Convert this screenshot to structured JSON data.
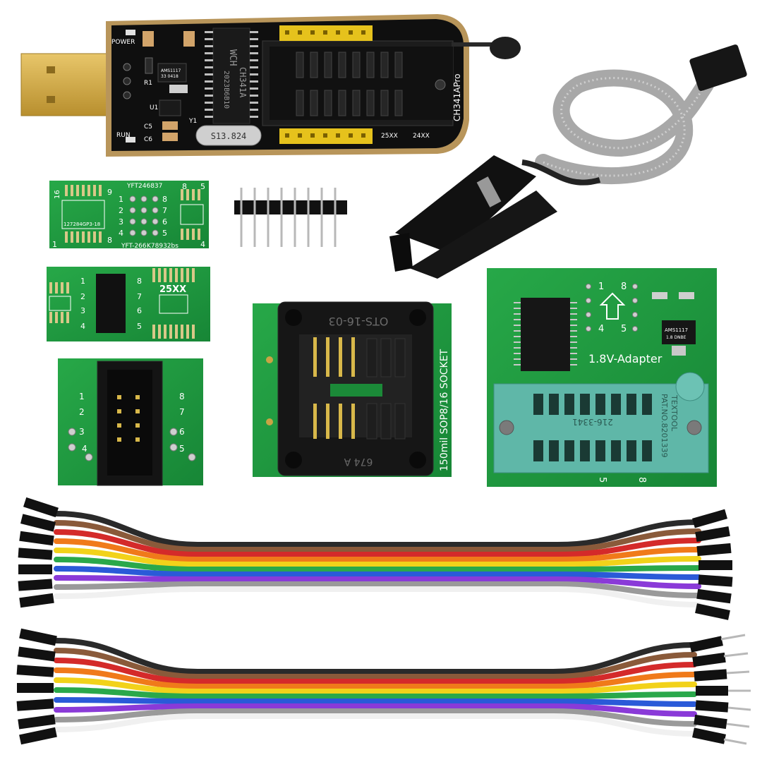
{
  "programmer": {
    "power_label": "POWER",
    "run_label": "RUN",
    "r1_label": "R1",
    "u1_label": "U1",
    "c5_label": "C5",
    "c6_label": "C6",
    "y1_label": "Y1",
    "crystal_label": "S13.824",
    "chip_brand": "WCH",
    "chip_model": "CH341A",
    "chip_code": "2023B6B10",
    "regulator_label": "AMS1117",
    "regulator_sub": "33 0418",
    "header_25xx": "25XX",
    "header_24xx": "24XX",
    "board_name": "CH341APro"
  },
  "sop_adapter": {
    "top_code": "YFT246837",
    "chip_code": "127284GP3-18",
    "bottom_code": "YFT-266",
    "bottom_right": "K78932bs",
    "pin_16": "16",
    "pin_9": "9",
    "pin_8": "8",
    "pin_5": "5",
    "pin_1": "1",
    "pin_8b": "8",
    "pin_4": "4",
    "grid_left": [
      "1",
      "2",
      "3",
      "4"
    ],
    "grid_right": [
      "8",
      "7",
      "6",
      "5"
    ]
  },
  "adapter_25xx": {
    "label": "25XX",
    "left_pins": [
      "1",
      "2",
      "3",
      "4"
    ],
    "right_pins": [
      "8",
      "7",
      "6",
      "5"
    ]
  },
  "idc_adapter": {
    "left_pins": [
      "1",
      "2",
      "3",
      "4"
    ],
    "right_pins": [
      "8",
      "7",
      "6",
      "5"
    ]
  },
  "socket": {
    "model": "OTS-16-03",
    "side_text": "150mil SOP8/16 SOCKET",
    "bottom_mark": "674 A"
  },
  "adapter_18v": {
    "title": "1.8V-Adapter",
    "pin_1": "1",
    "pin_8": "8",
    "pin_4": "4",
    "pin_5": "5",
    "zif_model": "216-3341",
    "zif_brand": "TEXTOOL",
    "zif_patent": "PAT.NO.8201339",
    "bottom_5": "5",
    "bottom_8": "8",
    "regulator": "AMS1117",
    "regulator_sub": "1.8 DNBE"
  },
  "colors": {
    "pcb_green": "#1f9a3c",
    "programmer_black": "#111111",
    "gold": "#d9b24a",
    "zif_teal": "#5fb7a8",
    "wire_colors": [
      "#2a2a2a",
      "#8a5a3a",
      "#d42a2a",
      "#f07a1a",
      "#f2d21a",
      "#2aa84a",
      "#2a5ad8",
      "#8a3ad8",
      "#9a9a9a",
      "#f0f0f0"
    ]
  }
}
